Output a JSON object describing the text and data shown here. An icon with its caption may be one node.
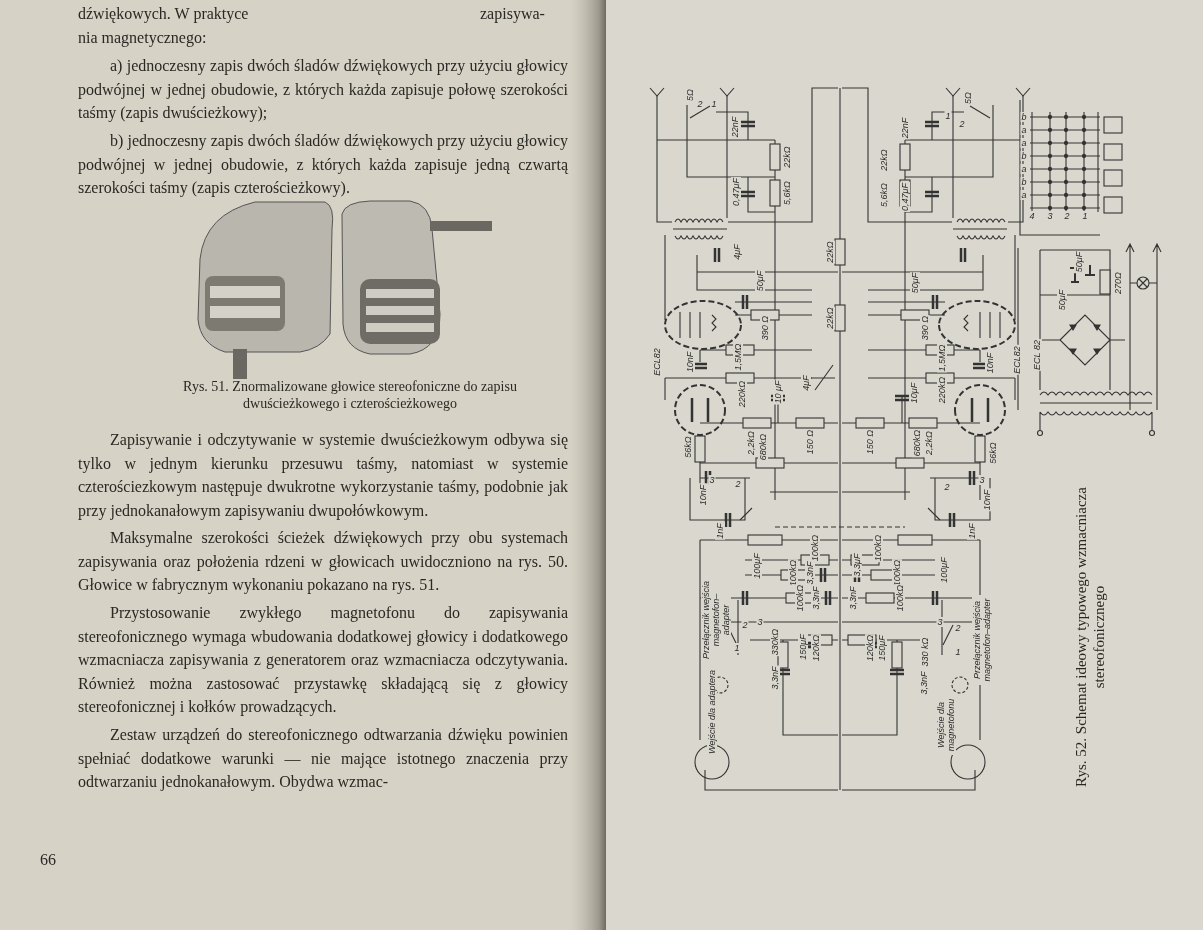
{
  "diagram": {
    "labels": [
      "dźwiękowych. W praktyce",
      "zapisywa-",
      "nia magnetycznego:",
      "a) jednoczesny zapis dwóch śladów dźwiękowych przy użyciu głowicy podwójnej w jednej obudowie, z których każda zapisuje połowę szerokości taśmy (zapis dwuścieżkowy);",
      "b) jednoczesny zapis dwóch śladów dźwiękowych przy użyciu głowicy podwójnej w jednej obudowie, z których każda zapisuje jedną czwartą szerokości taśmy (zapis czterościeżkowy).",
      "Rys. 51. Znormalizowane głowice stereofoniczne do zapisu dwuścieżkowego i czterościeżkowego",
      "Zapisywanie i odczytywanie w systemie dwuścieżkowym odbywa się tylko w jednym kierunku przesuwu taśmy, natomiast w systemie czterościezkowym następuje dwukrotne wykorzystanie taśmy, podobnie jak przy jednokanałowym zapisywaniu dwupołówkowym.",
      "Maksymalne szerokości ścieżek dźwiękowych przy obu systemach zapisywania oraz położenia rdzeni w głowicach uwidoczniono na rys. 50. Głowice w fabrycznym wykonaniu pokazano na rys. 51.",
      "Przystosowanie zwykłego magnetofonu do zapisywania stereofonicznego wymaga wbudowania dodatkowej głowicy i dodatkowego wzmacniacza zapisywania z generatorem oraz wzmacniacza odczytywania. Również można zastosować przystawkę składającą się z głowicy stereofonicznej i kołków prowadzących.",
      "Zestaw urządzeń do stereofonicznego odtwarzania dźwięku powinien spełniać dodatkowe warunki — nie mające istotnego znaczenia przy odtwarzaniu jednokanałowym. Obydwa wzmac-",
      "66",
      "5Ω",
      "2",
      "1",
      "22nF",
      "22kΩ",
      "0,47μF",
      "5,6kΩ",
      "4μF",
      "50μF",
      "22kΩ",
      "390 Ω",
      "22kΩ",
      "ECL82",
      "10nF",
      "1,5MΩ",
      "220kΩ",
      "10 μF",
      "4μF",
      "56kΩ",
      "2,2kΩ",
      "680kΩ",
      "150 Ω",
      "5Ω",
      "1",
      "2",
      "22nF",
      "22kΩ",
      "5,6kΩ",
      "0,47μF",
      "50μF",
      "390 Ω",
      "150 Ω",
      "680kΩ",
      "2,2kΩ",
      "1,5MΩ",
      "10nF",
      "ECL82",
      "10μF",
      "220kΩ",
      "56kΩ",
      "10nF",
      "3",
      "2",
      "1nF",
      "2",
      "3",
      "10nF",
      "1nF",
      "100kΩ",
      "100kΩ",
      "100μF",
      "100kΩ",
      "3,3nF",
      "3,3μF",
      "100kΩ",
      "100μF",
      "100kΩ",
      "3,3nF",
      "3,3nF",
      "100kΩ",
      "Przełącznik wejścia magnetofon–adapter",
      "1",
      "2",
      "3",
      "330kΩ",
      "150μF",
      "120kΩ",
      "120kΩ",
      "150μF",
      "330 kΩ",
      "3,3nF",
      "3,3nF",
      "3",
      "2",
      "1",
      "Przełącznik wejścia magnetofon–adapter",
      "Wejście dla adaptera",
      "Wejście dla magnetofonu",
      "b",
      "a",
      "a",
      "b",
      "a",
      "b",
      "a",
      "4",
      "3",
      "2",
      "1",
      "50μF",
      "50μF",
      "270Ω",
      "ECL 82",
      "Rys. 52. Schemat ideowy typowego wzmacniacza stereofonicznego"
    ]
  }
}
